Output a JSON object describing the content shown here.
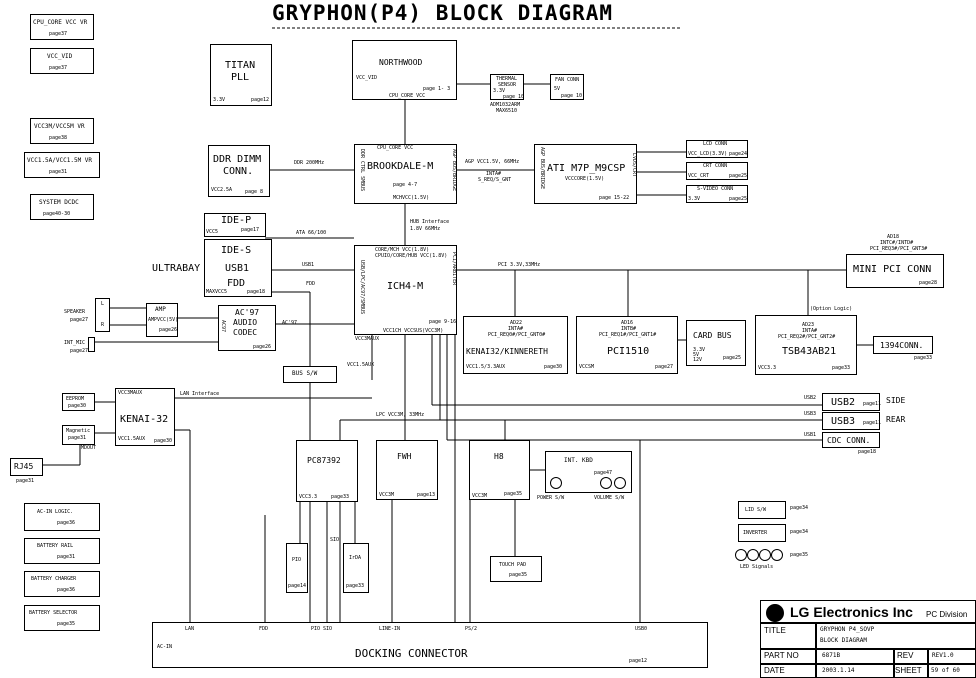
{
  "title": "GRYPHON(P4) BLOCK DIAGRAM",
  "left_column": [
    {
      "label": "CPU_CORE VCC VR",
      "page": "page37"
    },
    {
      "label": "VCC_VID",
      "page": "page37"
    },
    {
      "label": "VCC3M/VCC5M VR",
      "page": "page38"
    },
    {
      "label": "VCC1.5A/VCC1.5M VR",
      "page": "page31"
    },
    {
      "label": "SYSTEM DCDC",
      "page": "page40-30"
    }
  ],
  "power_column": [
    {
      "label": "AC-IN LOGIC.",
      "page": "page36"
    },
    {
      "label": "BATTERY RAIL",
      "page": "page31"
    },
    {
      "label": "BATTERY CHARGER",
      "page": "page36"
    },
    {
      "label": "BATTERY SELECTOR",
      "page": "page35"
    }
  ],
  "titan": {
    "name": "TITAN",
    "sub": "PLL",
    "volt": "3.3V",
    "page": "page12"
  },
  "northwood": {
    "name": "NORTHWOOD",
    "pin": "VCC_VID",
    "page": "page 1- 3",
    "bottom": "CPU_CORE VCC"
  },
  "thermal": {
    "name": "THERMAL",
    "name2": "SENSOR",
    "volt": "3.3V",
    "page": "page 10",
    "note1": "ADM1032ARM",
    "note2": "MAX6510"
  },
  "fan": {
    "name": "FAN CONN",
    "volt": "5V",
    "page": "page 10"
  },
  "brookdale": {
    "name": "BROOKDALE-M",
    "page": "page 4-7",
    "top": "CPU_CORE VCC",
    "bottom": "MCHVCC(1.5V)",
    "left_pin": "DDR CTRL SMBUS",
    "right_pin": "AGP BUS/BRIDGE"
  },
  "ddr": {
    "name": "DDR DIMM",
    "name2": "CONN.",
    "volt": "VCC2.5A",
    "page": "page 8",
    "bus": "DDR 200MHz"
  },
  "ati": {
    "name": "ATI M7P_M9CSP",
    "volt": "VCCCORE(1.5V)",
    "page": "page 15-22",
    "bus": "AGP VCC1.5V, 66MHz",
    "note1": "INTA#",
    "note2": "S_REQ/S_GNT",
    "left_pin": "AGP BUS/BRIDGE",
    "right_pin": "LVDS/CRT"
  },
  "lcd": {
    "name": "LCD CONN",
    "volt": "VCC_LCD(3.3V)",
    "page": "page24"
  },
  "crt": {
    "name": "CRT CONN",
    "volt": "VCC_CRT",
    "page": "page25"
  },
  "svideo": {
    "name": "S-VIDEO CONN",
    "volt": "3.3V",
    "page": "page25"
  },
  "hub": {
    "l1": "HUB Interface",
    "l2": "1.8V 66MHz"
  },
  "ide_p": {
    "name": "IDE-P",
    "volt": "VCC5",
    "page": "page17"
  },
  "ata": "ATA 66/100",
  "ultrabay": {
    "label": "ULTRABAY",
    "ide_s": "IDE-S",
    "usb1": "USB1",
    "fdd": "FDD",
    "volt": "MAXVCC5",
    "page": "page18"
  },
  "usb1_wire": "USB1",
  "fdd_wire": "FDD",
  "ich4": {
    "name": "ICH4-M",
    "l1": "CORE/MCH VCC(1.8V)",
    "l2": "CPUIO/CORE/HUB VCC(1.8V)",
    "page": "page 9-16",
    "bottom": "VCC1CH VCCSUS(VCC3M)",
    "left_pin": "USB/LPC/AC97/SMBUS",
    "right_pin": "PCI/ARBITER"
  },
  "pci_bus": "PCI 3.3V,33MHz",
  "mini_pci": {
    "name": "MINI PCI CONN",
    "top1": "AD18",
    "top2": "INTC#/INTD#",
    "top3": "PCI_REQ3#/PCI_GNT3#",
    "page": "page28"
  },
  "option_logic": "(Option Logic)",
  "speaker": {
    "label": "SPEAKER",
    "page": "page27"
  },
  "int_mic": {
    "label": "INT_MIC",
    "page": "page27"
  },
  "lr": [
    "L",
    "R"
  ],
  "amp": {
    "name": "AMP",
    "volt": "AMPVCC(5V)",
    "page": "page26"
  },
  "ac97": {
    "name": "AC'97",
    "name2": "AUDIO",
    "name3": "CODEC",
    "page": "page26",
    "pin": "AC97",
    "wire": "AC'97"
  },
  "bus_sw": "BUS S/W",
  "vcc3m": "VCC3MAUX",
  "vcc1_5": "VCC1.5AUX",
  "kenai32": {
    "name": "KENAI32/KINNERETH",
    "top1": "AD22",
    "top2": "INTA#",
    "top3": "PCI_REQ0#/PCI_GNT0#",
    "volt": "VCC1.5/3.3AUX",
    "page": "page30"
  },
  "pci1510": {
    "name": "PCI1510",
    "top1": "AD16",
    "top2": "INTB#",
    "top3": "PCI_REQ1#/PCI_GNT1#",
    "volt": "VCCSM",
    "page": "page27"
  },
  "cardbus": {
    "name": "CARD BUS",
    "v1": "3.3V",
    "v2": "5V",
    "v3": "12V",
    "page": "page25"
  },
  "tsb": {
    "name": "TSB43AB21",
    "top1": "AD23",
    "top2": "INTA#",
    "top3": "PCI_REQ2#/PCI_GNT2#",
    "volt": "VCC3.3",
    "page": "page33"
  },
  "conn1394": {
    "name": "1394CONN.",
    "page": "page33"
  },
  "eeprom": {
    "name": "EEPROM",
    "page": "page30"
  },
  "magnetic": {
    "name": "Magnetic",
    "page": "page31",
    "pin": "MDOUT"
  },
  "rj45": {
    "name": "RJ45",
    "page": "page31"
  },
  "kenai_lan": {
    "name": "KENAI-32",
    "volt": "VCC3MAUX",
    "volt2": "VCC1.5AUX",
    "page": "page30",
    "bus": "LAN Interface"
  },
  "usb2": {
    "name": "USB2",
    "page": "page11",
    "side": "SIDE",
    "wire": "USB2"
  },
  "usb3": {
    "name": "USB3",
    "page": "page11",
    "side": "REAR",
    "wire": "USB3"
  },
  "cdc": {
    "name": "CDC CONN.",
    "page": "page18",
    "wire": "USB1"
  },
  "lpc": "LPC VCC3M, 33MHz",
  "pc87392": {
    "name": "PC87392",
    "volt": "VCC3.3",
    "page": "page33"
  },
  "fwh": {
    "name": "FWH",
    "volt": "VCC3M",
    "page": "page13"
  },
  "h8": {
    "name": "H8",
    "volt": "VCC3M",
    "page": "page35"
  },
  "int_kbd": {
    "name": "INT. KBD",
    "page": "page47"
  },
  "power_sw": "POWER S/W",
  "volume_sw": "VOLUME S/W",
  "pio": {
    "name": "PIO",
    "page": "page14"
  },
  "sio": "SIO",
  "irda": {
    "name": "IrDA",
    "page": "page33"
  },
  "touchpad": {
    "name": "TOUCH PAD",
    "page": "page35"
  },
  "lid_sw": {
    "name": "LID S/W",
    "page": "page34"
  },
  "inverter": {
    "name": "INVERTER",
    "page": "page34"
  },
  "led": {
    "label": "LED Signals",
    "page": "page35"
  },
  "docking": {
    "name": "DOCKING CONNECTOR",
    "acin": "AC-IN",
    "page": "page12",
    "pins": [
      "LAN",
      "FDD",
      "PIO SIO",
      "LINE-IN",
      "PS/2",
      "USB0"
    ]
  },
  "titleblock": {
    "company": "LG Electronics Inc",
    "division": "PC Division",
    "title_label": "TITLE",
    "title1": "GRYPHON P4_SOVP",
    "title2": "BLOCK DIAGRAM",
    "partno_label": "PART NO",
    "partno": "6871B",
    "rev_label": "REV",
    "rev": "REV1.0",
    "date_label": "DATE",
    "date": "2003.1.14",
    "sheet_label": "SHEET",
    "sheet": "59 of 60"
  }
}
